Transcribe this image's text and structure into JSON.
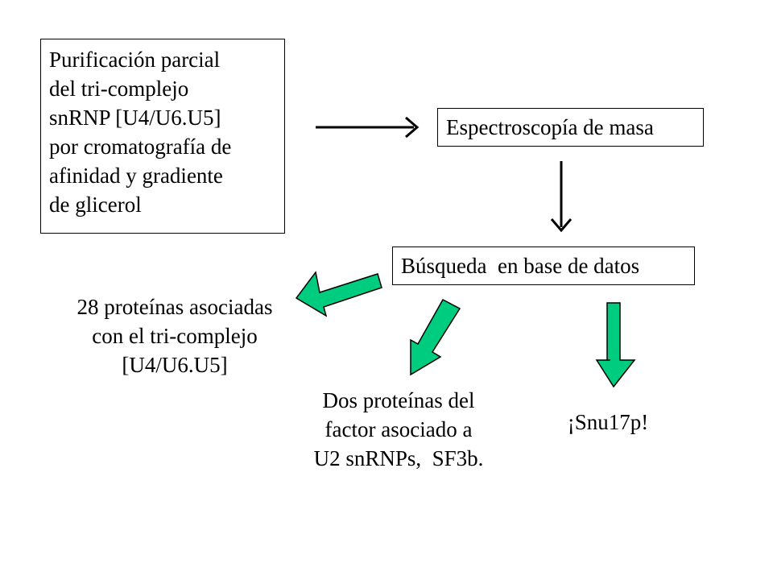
{
  "boxes": {
    "purification": {
      "lines": [
        "Purificación parcial",
        "del tri-complejo",
        "snRNP [U4/U6.U5]",
        "por cromatografía de",
        "afinidad y gradiente",
        "de glicerol"
      ]
    },
    "spectroscopy": {
      "label": "Espectroscopía de masa"
    },
    "database": {
      "label": "Búsqueda  en base de datos"
    }
  },
  "outcomes": {
    "associated_proteins": {
      "lines": [
        "28 proteínas asociadas",
        "con el tri-complejo",
        "[U4/U6.U5]"
      ]
    },
    "sf3b": {
      "lines": [
        "Dos proteínas del",
        "factor asociado a",
        "U2 snRNPs,  SF3b."
      ]
    },
    "snu17p": {
      "label": "¡Snu17p!"
    }
  },
  "colors": {
    "outcome_arrow_fill": "#00cc80",
    "outline": "#000000"
  }
}
